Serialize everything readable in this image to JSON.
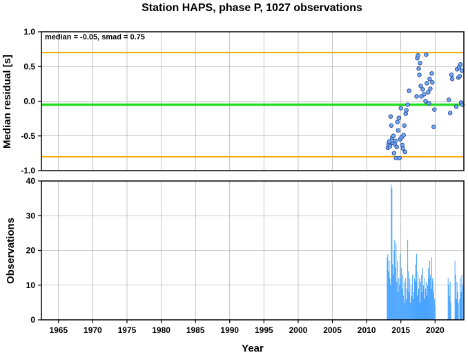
{
  "chart_data": [
    {
      "type": "scatter",
      "title": "Station HAPS, phase P, 1027 observations",
      "ylabel": "Median residual [s]",
      "xlim": [
        1962.5,
        2024.2
      ],
      "ylim": [
        -1.0,
        1.0
      ],
      "yticks": [
        1.0,
        0.5,
        0.0,
        -0.5,
        -1.0
      ],
      "ytick_labels": [
        "1.0",
        "0.5",
        "0.0",
        "-0.5",
        "-1.0"
      ],
      "annotation": "median = -0.05, smad = 0.75",
      "median": -0.05,
      "upper_line": 0.7,
      "lower_line": -0.8,
      "grid": true,
      "colors": {
        "points": "#6fa8f0",
        "median_line": "#22dd22",
        "bounds": "#ffaa00"
      },
      "points": [
        [
          2013.1,
          -0.67
        ],
        [
          2013.2,
          -0.62
        ],
        [
          2013.3,
          -0.58
        ],
        [
          2013.4,
          -0.65
        ],
        [
          2013.5,
          -0.22
        ],
        [
          2013.6,
          -0.35
        ],
        [
          2013.7,
          -0.53
        ],
        [
          2013.8,
          -0.6
        ],
        [
          2013.9,
          -0.5
        ],
        [
          2014.0,
          -0.75
        ],
        [
          2014.1,
          -0.62
        ],
        [
          2014.2,
          -0.57
        ],
        [
          2014.3,
          -0.82
        ],
        [
          2014.4,
          -0.66
        ],
        [
          2014.5,
          -0.3
        ],
        [
          2014.6,
          -0.42
        ],
        [
          2014.7,
          -0.24
        ],
        [
          2014.8,
          -0.82
        ],
        [
          2014.9,
          -0.55
        ],
        [
          2015.0,
          -0.1
        ],
        [
          2015.1,
          -0.52
        ],
        [
          2015.2,
          -0.63
        ],
        [
          2015.3,
          -0.68
        ],
        [
          2015.4,
          -0.49
        ],
        [
          2015.5,
          -0.35
        ],
        [
          2015.6,
          -0.73
        ],
        [
          2015.7,
          -0.18
        ],
        [
          2015.8,
          -0.13
        ],
        [
          2016.0,
          -0.05
        ],
        [
          2016.2,
          0.15
        ],
        [
          2017.3,
          0.07
        ],
        [
          2017.4,
          0.62
        ],
        [
          2017.5,
          0.66
        ],
        [
          2017.6,
          0.47
        ],
        [
          2017.7,
          0.38
        ],
        [
          2017.8,
          0.55
        ],
        [
          2017.9,
          0.22
        ],
        [
          2018.0,
          0.07
        ],
        [
          2018.2,
          0.17
        ],
        [
          2018.4,
          0.1
        ],
        [
          2018.6,
          0.0
        ],
        [
          2018.7,
          0.67
        ],
        [
          2018.8,
          0.26
        ],
        [
          2019.0,
          0.13
        ],
        [
          2019.1,
          -0.03
        ],
        [
          2019.2,
          0.32
        ],
        [
          2019.3,
          0.18
        ],
        [
          2019.5,
          0.4
        ],
        [
          2019.6,
          0.27
        ],
        [
          2019.8,
          -0.37
        ],
        [
          2019.9,
          -0.12
        ],
        [
          2022.0,
          0.02
        ],
        [
          2022.2,
          -0.17
        ],
        [
          2022.4,
          0.38
        ],
        [
          2022.5,
          0.32
        ],
        [
          2023.1,
          -0.08
        ],
        [
          2023.2,
          0.46
        ],
        [
          2023.4,
          0.34
        ],
        [
          2023.5,
          0.49
        ],
        [
          2023.6,
          0.36
        ],
        [
          2023.7,
          0.53
        ],
        [
          2023.8,
          -0.02
        ],
        [
          2023.9,
          0.44
        ],
        [
          2024.0,
          -0.05
        ]
      ]
    },
    {
      "type": "bar",
      "xlabel": "Year",
      "ylabel": "Observations",
      "xlim": [
        1962.5,
        2024.2
      ],
      "ylim": [
        0,
        40
      ],
      "yticks": [
        0,
        10,
        20,
        30,
        40
      ],
      "xticks": [
        1965,
        1970,
        1975,
        1980,
        1985,
        1990,
        1995,
        2000,
        2005,
        2010,
        2015,
        2020
      ],
      "grid": true,
      "colors": {
        "bars": "#3399ff"
      },
      "x": [
        2013.0,
        2013.1,
        2013.2,
        2013.3,
        2013.4,
        2013.5,
        2013.6,
        2013.7,
        2013.8,
        2013.9,
        2014.0,
        2014.1,
        2014.2,
        2014.3,
        2014.4,
        2014.5,
        2014.6,
        2014.7,
        2014.8,
        2014.9,
        2015.0,
        2015.1,
        2015.2,
        2015.3,
        2015.4,
        2015.5,
        2015.6,
        2015.7,
        2015.8,
        2015.9,
        2016.0,
        2016.1,
        2016.2,
        2016.3,
        2016.4,
        2016.5,
        2016.6,
        2016.7,
        2016.8,
        2016.9,
        2017.0,
        2017.1,
        2017.2,
        2017.3,
        2017.4,
        2017.5,
        2017.6,
        2017.7,
        2017.8,
        2017.9,
        2018.0,
        2018.1,
        2018.2,
        2018.3,
        2018.4,
        2018.5,
        2018.6,
        2018.7,
        2018.8,
        2018.9,
        2019.0,
        2019.1,
        2019.2,
        2019.3,
        2019.4,
        2019.5,
        2019.6,
        2019.7,
        2019.8,
        2019.9,
        2020.0,
        2021.9,
        2022.0,
        2022.1,
        2022.2,
        2022.3,
        2022.9,
        2023.0,
        2023.1,
        2023.2,
        2023.3,
        2023.4,
        2023.6,
        2023.7,
        2023.8,
        2023.9,
        2024.0
      ],
      "values": [
        18,
        19,
        14,
        17,
        12,
        10,
        39,
        38,
        16,
        13,
        20,
        23,
        15,
        22,
        11,
        17,
        8,
        12,
        10,
        19,
        12,
        15,
        9,
        13,
        7,
        11,
        5,
        12,
        6,
        9,
        23,
        14,
        8,
        12,
        5,
        10,
        7,
        13,
        6,
        8,
        12,
        16,
        11,
        19,
        7,
        14,
        9,
        12,
        5,
        11,
        13,
        8,
        15,
        10,
        6,
        12,
        9,
        11,
        7,
        10,
        15,
        12,
        17,
        13,
        9,
        18,
        12,
        11,
        8,
        6,
        4,
        12,
        10,
        7,
        11,
        5,
        17,
        13,
        6,
        11,
        8,
        5,
        6,
        12,
        8,
        13,
        10
      ]
    }
  ]
}
